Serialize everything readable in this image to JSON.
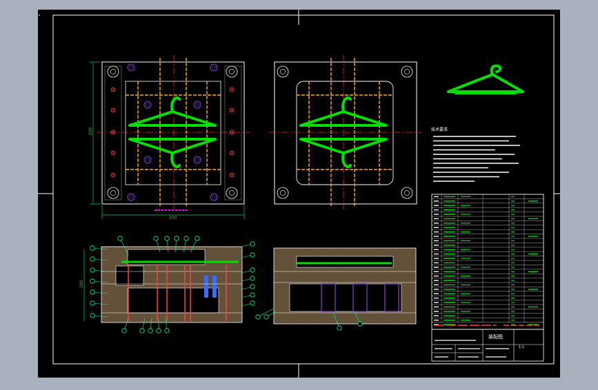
{
  "drawing": {
    "dimension_width": "200",
    "dimension_height": "200",
    "dimension_section_height": "280",
    "block_title": "装配图",
    "notes_heading": "技术要求",
    "scale_label": "1:1"
  },
  "colors": {
    "background": "#000000",
    "frame": "#ffffff",
    "part_green": "#00e000",
    "cooling": "#ffb000",
    "dim_line": "#00cc66",
    "centerline": "#ff2020",
    "ejector": "#ff4040",
    "balloon": "#00ff99",
    "section_fill": "#6e5a40",
    "insert": "#a050ff",
    "slider": "#3a6bff"
  }
}
